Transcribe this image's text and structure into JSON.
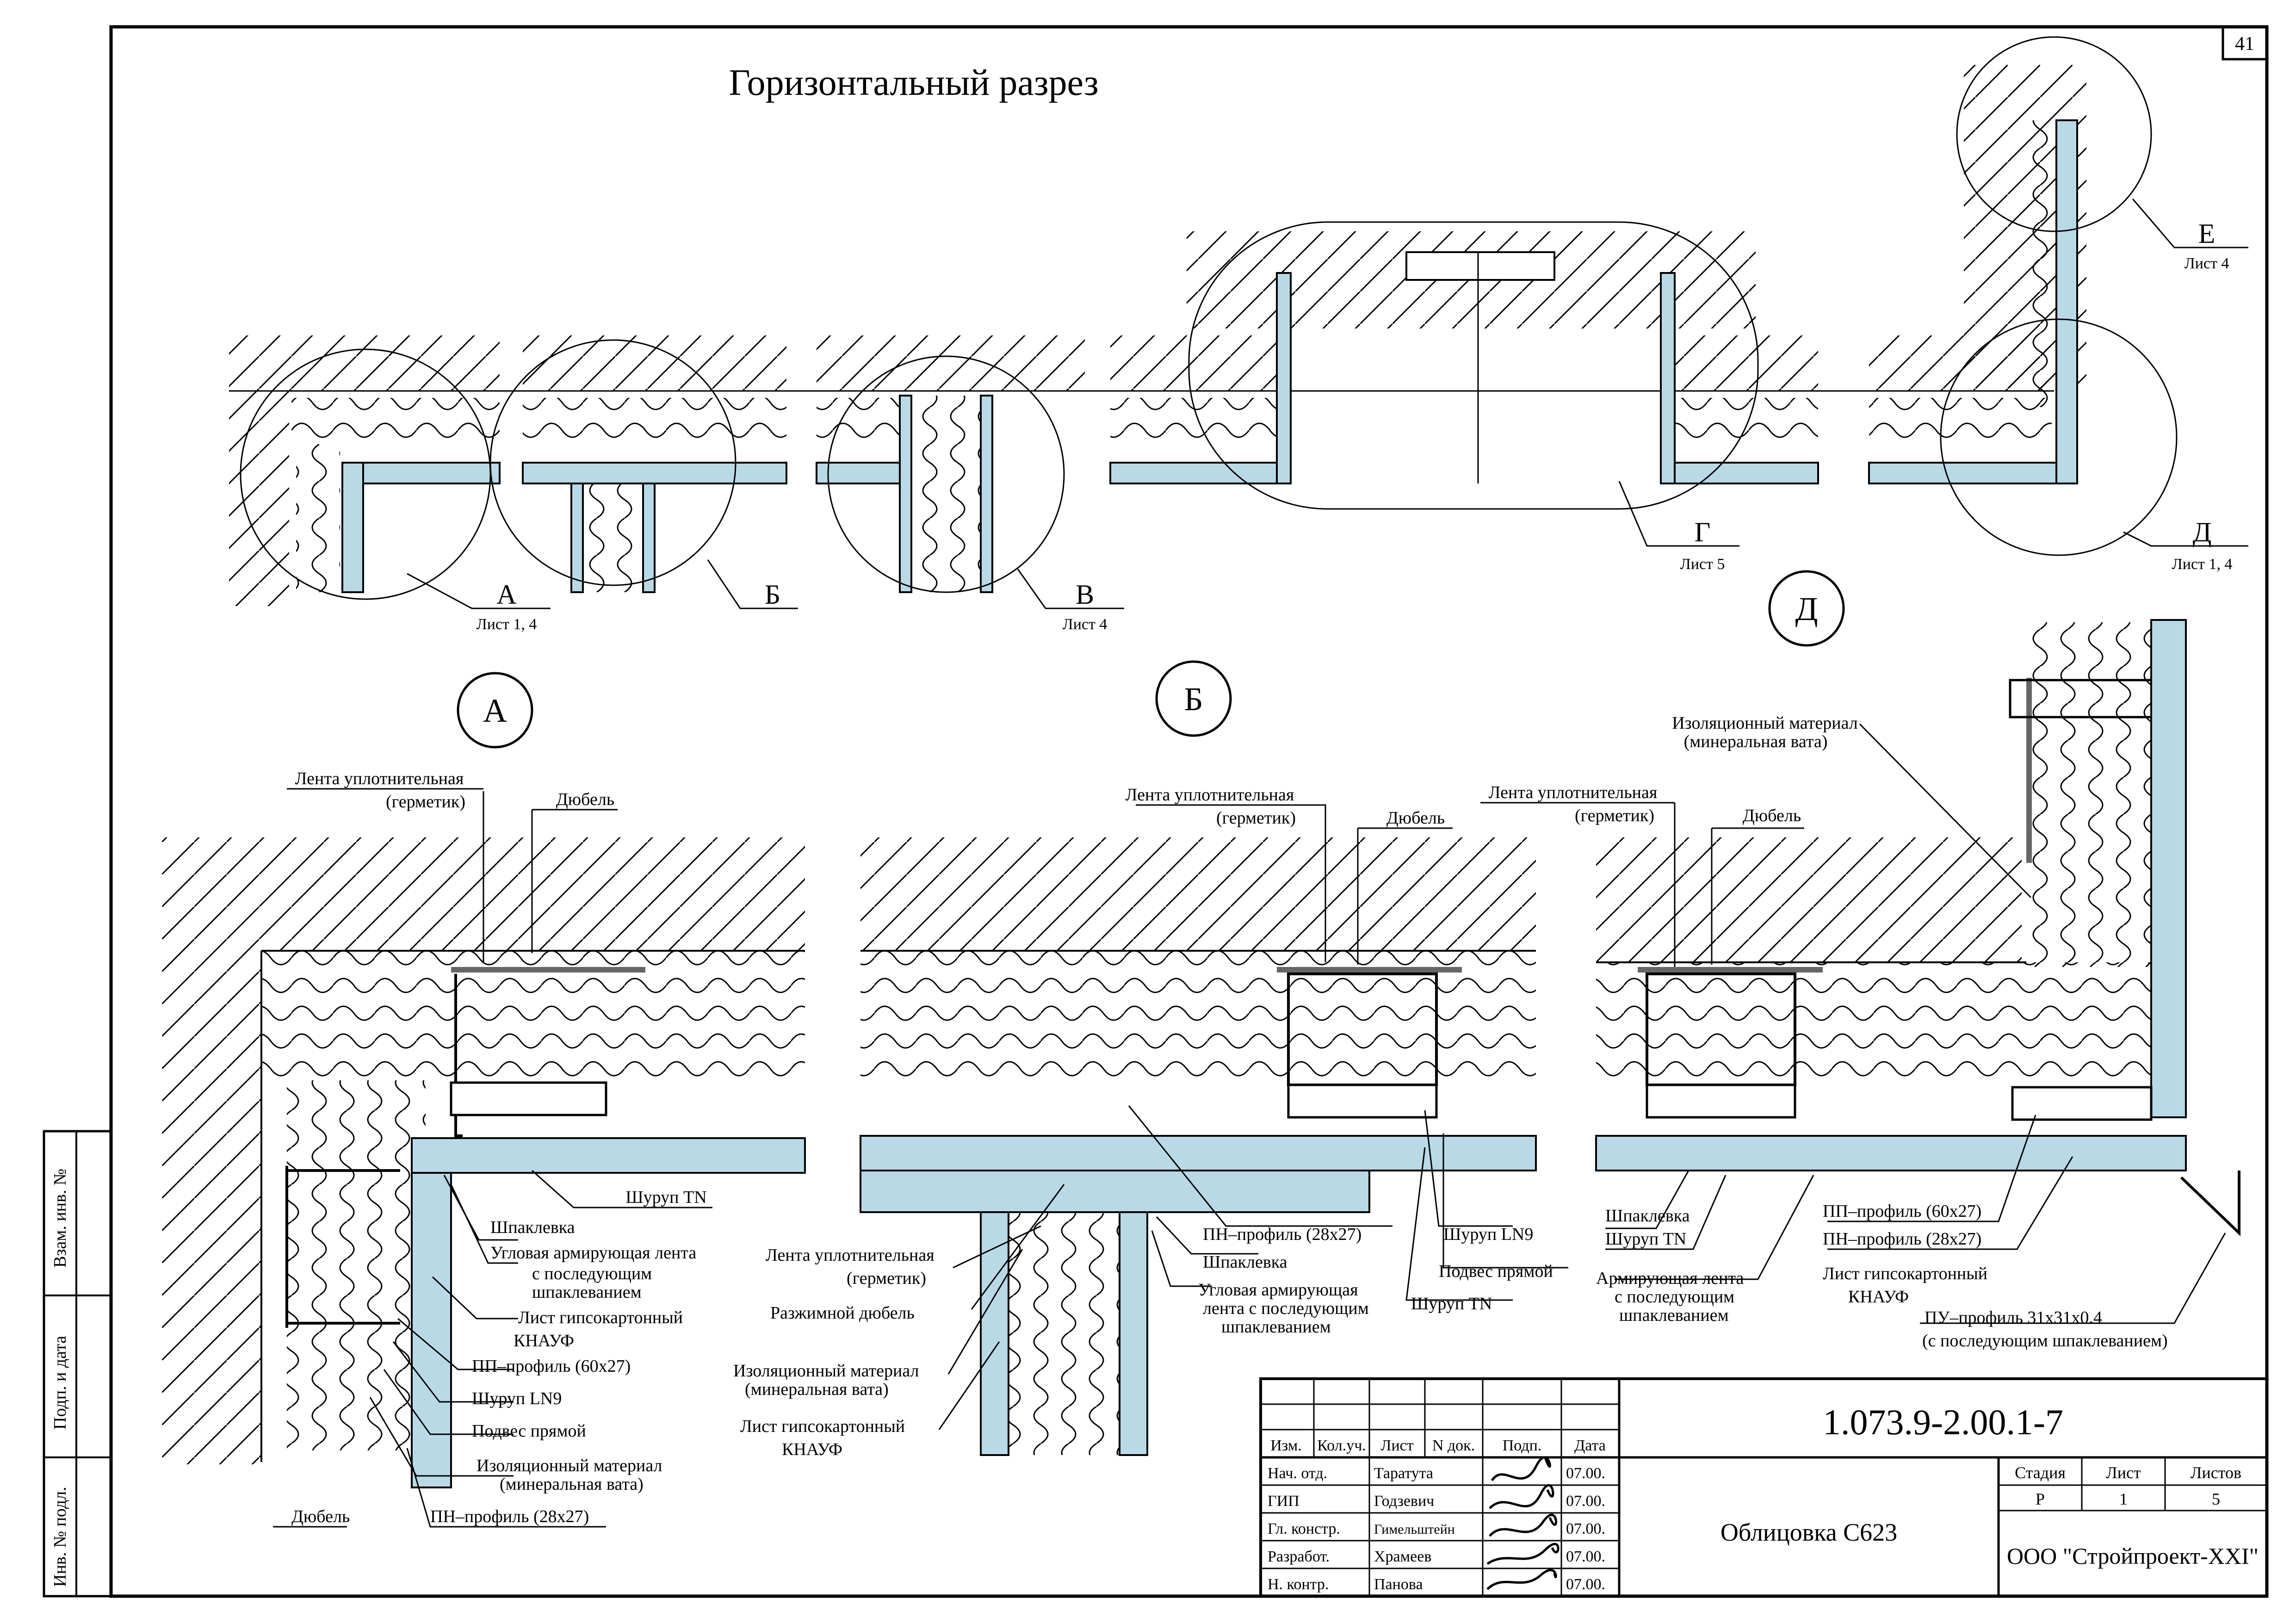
{
  "sheet": {
    "number": "41",
    "title": "Горизонтальный разрез"
  },
  "side_stamp": {
    "cells": [
      "Взам. инв. №",
      "Подп. и дата",
      "Инв. № подл."
    ]
  },
  "overview": {
    "callouts": [
      {
        "letter": "А",
        "ref": "Лист 1, 4"
      },
      {
        "letter": "Б",
        "ref": ""
      },
      {
        "letter": "В",
        "ref": "Лист 4"
      },
      {
        "letter": "Г",
        "ref": "Лист 5"
      },
      {
        "letter": "Д",
        "ref": "Лист 1, 4"
      },
      {
        "letter": "Е",
        "ref": "Лист 4"
      }
    ]
  },
  "details": {
    "A": {
      "letter": "А",
      "labels": {
        "tape": "Лента уплотнительная",
        "tape_sub": "(герметик)",
        "dowel_top": "Дюбель",
        "screw_tn": "Шуруп TN",
        "putty": "Шпаклевка",
        "corner_tape_1": "Угловая армирующая лента",
        "corner_tape_2": "с последующим",
        "corner_tape_3": "шпаклеванием",
        "gkl_1": "Лист гипсокартонный",
        "gkl_2": "КНАУФ",
        "pp": "ПП–профиль (60х27)",
        "screw_ln9": "Шуруп LN9",
        "hanger": "Подвес прямой",
        "insul_1": "Изоляционный материал",
        "insul_2": "(минеральная вата)",
        "dowel_bottom": "Дюбель",
        "pn": "ПН–профиль (28х27)"
      }
    },
    "B": {
      "letter": "Б",
      "labels": {
        "tape": "Лента уплотнительная",
        "tape_sub": "(герметик)",
        "dowel": "Дюбель",
        "pn": "ПН–профиль (28х27)",
        "putty": "Шпаклевка",
        "corner_tape_1": "Угловая армирующая",
        "corner_tape_2": "лента с последующим",
        "corner_tape_3": "шпаклеванием",
        "screw_ln9": "Шуруп LN9",
        "hanger": "Подвес прямой",
        "screw_tn": "Шуруп TN",
        "tape_left": "Лента уплотнительная",
        "tape_left_sub": "(герметик)",
        "exp_dowel": "Разжимной дюбель",
        "insul_1": "Изоляционный материал",
        "insul_2": "(минеральная вата)",
        "gkl_1": "Лист гипсокартонный",
        "gkl_2": "КНАУФ"
      }
    },
    "D": {
      "letter": "Д",
      "labels": {
        "insul_1": "Изоляционный материал",
        "insul_2": "(минеральная вата)",
        "tape": "Лента уплотнительная",
        "tape_sub": "(герметик)",
        "dowel": "Дюбель",
        "putty": "Шпаклевка",
        "screw_tn": "Шуруп TN",
        "corner_tape_1": "Армирующая лента",
        "corner_tape_2": "с последующим",
        "corner_tape_3": "шпаклеванием",
        "pp": "ПП–профиль (60х27)",
        "pn": "ПН–профиль (28х27)",
        "gkl_1": "Лист гипсокартонный",
        "gkl_2": "КНАУФ",
        "pu_1": "ПУ–профиль 31х31х0.4",
        "pu_2": "(с последующим шпаклеванием)"
      }
    }
  },
  "title_block": {
    "code": "1.073.9-2.00.1-7",
    "name": "Облицовка С623",
    "company": "ООО \"Стройпроект-XXI\"",
    "header": [
      "Изм.",
      "Кол.уч.",
      "Лист",
      "N док.",
      "Подп.",
      "Дата"
    ],
    "rows": [
      {
        "role": "Нач. отд.",
        "person": "Таратута",
        "date": "07.00."
      },
      {
        "role": "ГИП",
        "person": "Годзевич",
        "date": "07.00."
      },
      {
        "role": "Гл. констр.",
        "person": "Гимельштейн",
        "date": "07.00."
      },
      {
        "role": "Разработ.",
        "person": "Храмеев",
        "date": "07.00."
      },
      {
        "role": "Н. контр.",
        "person": "Панова",
        "date": "07.00."
      }
    ],
    "stage_header": [
      "Стадия",
      "Лист",
      "Листов"
    ],
    "stage_values": [
      "Р",
      "1",
      "5"
    ]
  }
}
